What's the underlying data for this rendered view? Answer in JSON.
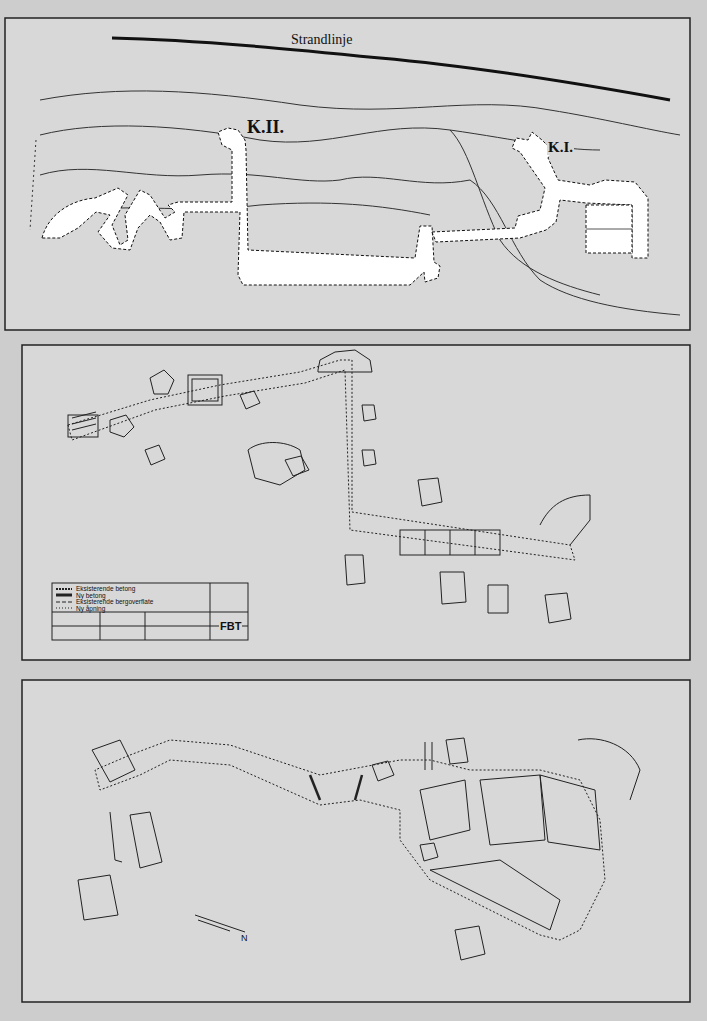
{
  "diagram": {
    "labels": [
      "Strandlinje",
      "K.II.",
      "K.I.",
      "FBT",
      "N"
    ],
    "legend": [
      {
        "text": "Eksisterende betong"
      },
      {
        "text": "Ny betong"
      },
      {
        "text": "Eksisterende bergoverflate"
      },
      {
        "text": "Ny åpning"
      }
    ]
  }
}
